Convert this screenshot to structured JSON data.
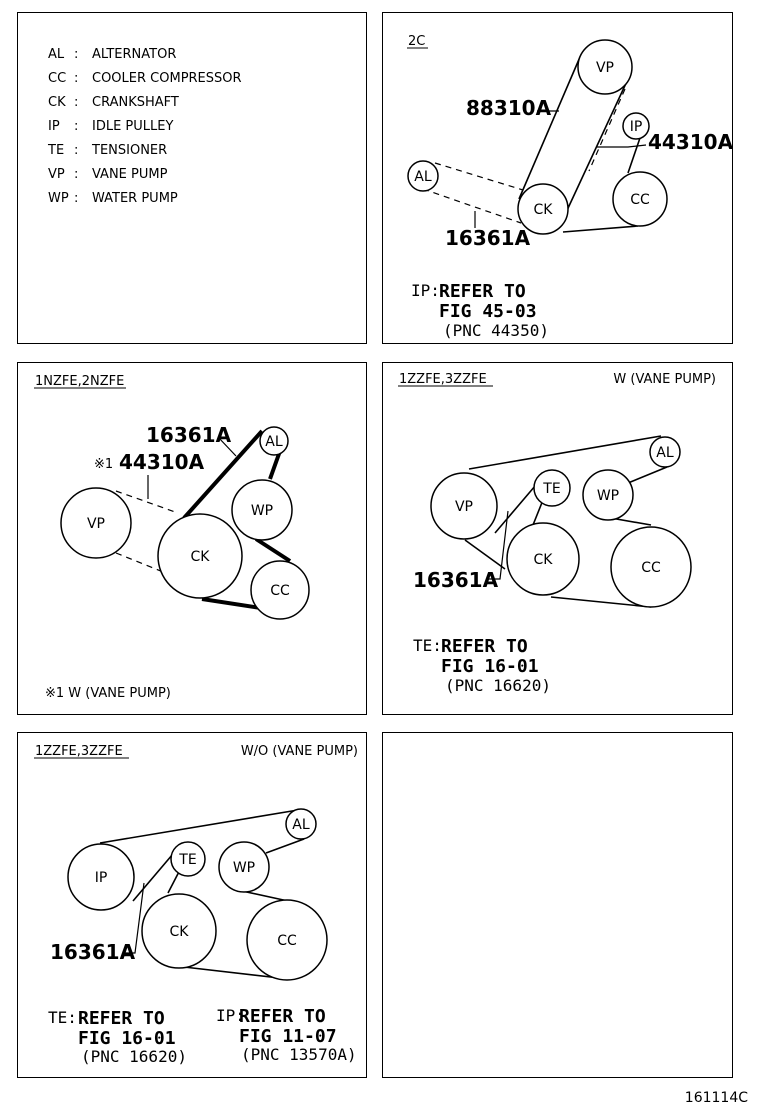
{
  "legend": {
    "items": [
      {
        "code": "AL",
        "sep": ":",
        "name": "ALTERNATOR"
      },
      {
        "code": "CC",
        "sep": ":",
        "name": "COOLER COMPRESSOR"
      },
      {
        "code": "CK",
        "sep": ":",
        "name": "CRANKSHAFT"
      },
      {
        "code": "IP",
        "sep": ":",
        "name": "IDLE PULLEY"
      },
      {
        "code": "TE",
        "sep": ":",
        "name": "TENSIONER"
      },
      {
        "code": "VP",
        "sep": ":",
        "name": "VANE PUMP"
      },
      {
        "code": "WP",
        "sep": ":",
        "name": "WATER PUMP"
      }
    ]
  },
  "panel_2c": {
    "engine": "2C",
    "part_88310a": "88310A",
    "part_44310a": "44310A",
    "part_16361a": "16361A",
    "pulleys": {
      "vp": "VP",
      "ip": "IP",
      "al": "AL",
      "ck": "CK",
      "cc": "CC"
    },
    "note_prefix": "IP:",
    "note_line1": "REFER TO",
    "note_line2": "FIG 45-03",
    "note_line3": "(PNC 44350)"
  },
  "panel_nzfe": {
    "engine": "1NZFE,2NZFE",
    "part_16361a": "16361A",
    "mark_prefix": "※1",
    "part_44310a": "44310A",
    "pulleys": {
      "al": "AL",
      "wp": "WP",
      "vp": "VP",
      "ck": "CK",
      "cc": "CC"
    },
    "footnote": "※1 W (VANE PUMP)"
  },
  "panel_zzfe_w": {
    "engine": "1ZZFE,3ZZFE",
    "variant": "W (VANE PUMP)",
    "part_16361a": "16361A",
    "pulleys": {
      "al": "AL",
      "te": "TE",
      "wp": "WP",
      "vp": "VP",
      "ck": "CK",
      "cc": "CC"
    },
    "note_prefix": "TE:",
    "note_line1": "REFER TO",
    "note_line2": "FIG 16-01",
    "note_line3": "(PNC 16620)"
  },
  "panel_zzfe_wo": {
    "engine": "1ZZFE,3ZZFE",
    "variant": "W/O (VANE PUMP)",
    "part_16361a": "16361A",
    "pulleys": {
      "al": "AL",
      "te": "TE",
      "wp": "WP",
      "ip": "IP",
      "ck": "CK",
      "cc": "CC"
    },
    "note_te_prefix": "TE:",
    "note_te_line1": "REFER TO",
    "note_te_line2": "FIG 16-01",
    "note_te_line3": "(PNC 16620)",
    "note_ip_prefix": "IP:",
    "note_ip_line1": "REFER TO",
    "note_ip_line2": "FIG 11-07",
    "note_ip_line3": "(PNC 13570A)"
  },
  "figure_number": "161114C"
}
